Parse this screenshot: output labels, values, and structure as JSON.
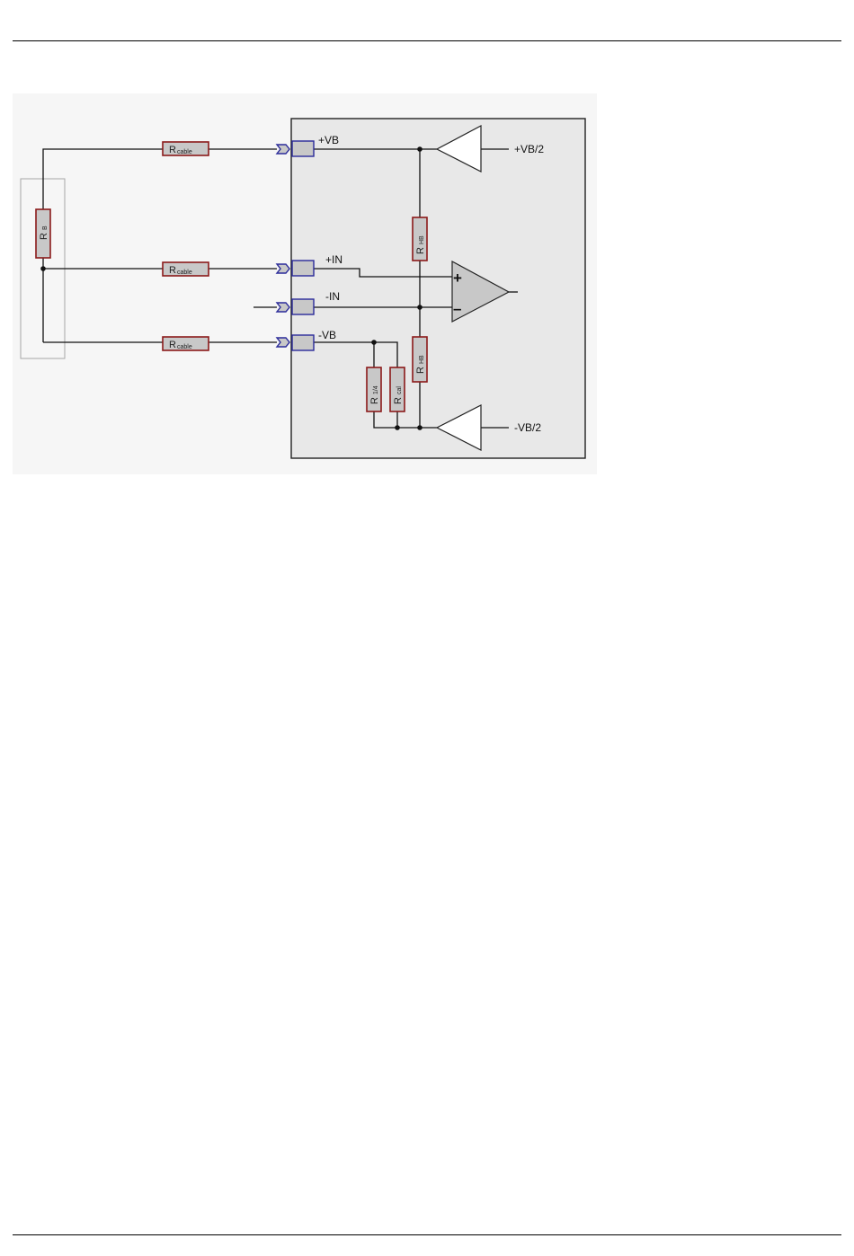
{
  "diagram": {
    "terminals": {
      "plus_vb": "+VB",
      "plus_in": "+IN",
      "minus_in": "-IN",
      "minus_vb": "-VB"
    },
    "supplies": {
      "plus_half": "+VB/2",
      "minus_half": "-VB/2"
    },
    "resistors": {
      "bridge": {
        "main": "R",
        "sub": "B"
      },
      "cable_top": {
        "main": "R",
        "sub": "cable"
      },
      "cable_mid": {
        "main": "R",
        "sub": "cable"
      },
      "cable_bot": {
        "main": "R",
        "sub": "cable"
      },
      "hb_upper": {
        "main": "R",
        "sub": "HB"
      },
      "hb_lower": {
        "main": "R",
        "sub": "HB"
      },
      "quarter": {
        "main": "R",
        "sub": "1/4"
      },
      "cal": {
        "main": "R",
        "sub": "cal"
      }
    },
    "opamp": {
      "plus_sign": "+",
      "minus_sign": "–"
    }
  }
}
